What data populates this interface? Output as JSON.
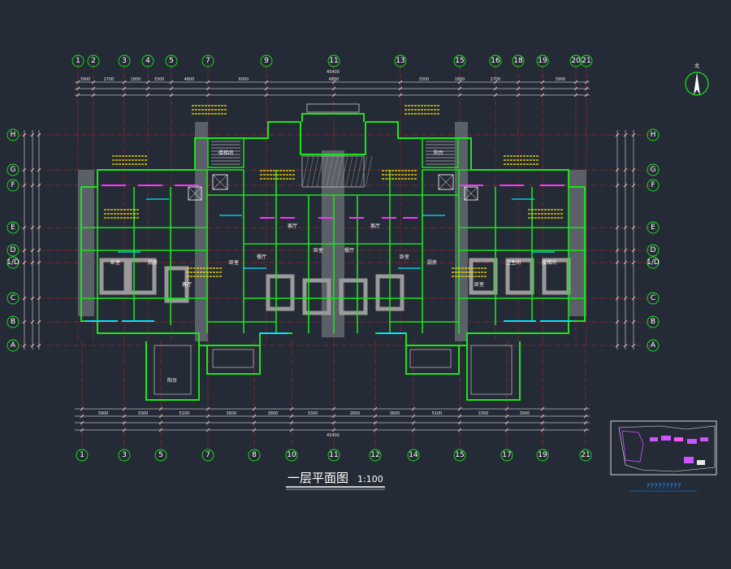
{
  "drawing": {
    "title": "一层平面图",
    "scale": "1:100",
    "north_label": "北",
    "inset_caption": "?????????"
  },
  "grid_axes": {
    "top": [
      "1",
      "2",
      "3",
      "4",
      "5",
      "7",
      "9",
      "11",
      "13",
      "15",
      "16",
      "18",
      "19",
      "20",
      "21"
    ],
    "bottom": [
      "1",
      "3",
      "5",
      "7",
      "8",
      "10",
      "11",
      "12",
      "14",
      "15",
      "17",
      "19",
      "21"
    ],
    "left": [
      "H",
      "G",
      "F",
      "E",
      "D",
      "1/D",
      "C",
      "B",
      "A"
    ],
    "right": [
      "H",
      "G",
      "F",
      "E",
      "D",
      "1/D",
      "C",
      "B",
      "A"
    ]
  },
  "dimensions": {
    "overall_top": "45400",
    "overall_bottom": "45400",
    "top_row": [
      "3900",
      "2700",
      "1800",
      "3300",
      "4800",
      "6000",
      "4800",
      "3300",
      "1800",
      "2700",
      "3900"
    ],
    "bottom_row": [
      "3900",
      "3300",
      "5100",
      "3600",
      "2800",
      "3300",
      "2800",
      "3600",
      "5100",
      "3300",
      "3900"
    ]
  },
  "room_labels": [
    "卧室",
    "厨房",
    "客厅",
    "卧室",
    "餐厅",
    "客厅",
    "卧室",
    "餐厅",
    "客厅",
    "卧室",
    "厨房",
    "卧室",
    "卫生间",
    "楼梯间",
    "楼梯间",
    "阳台",
    "阳台"
  ],
  "colors": {
    "background": "#252b36",
    "wall": "#19e619",
    "axis": "#e02020",
    "dimension": "#ffffff",
    "annotation": "#ffe600",
    "hatch": "#9a9a9a",
    "glazing": "#00e5ff"
  }
}
